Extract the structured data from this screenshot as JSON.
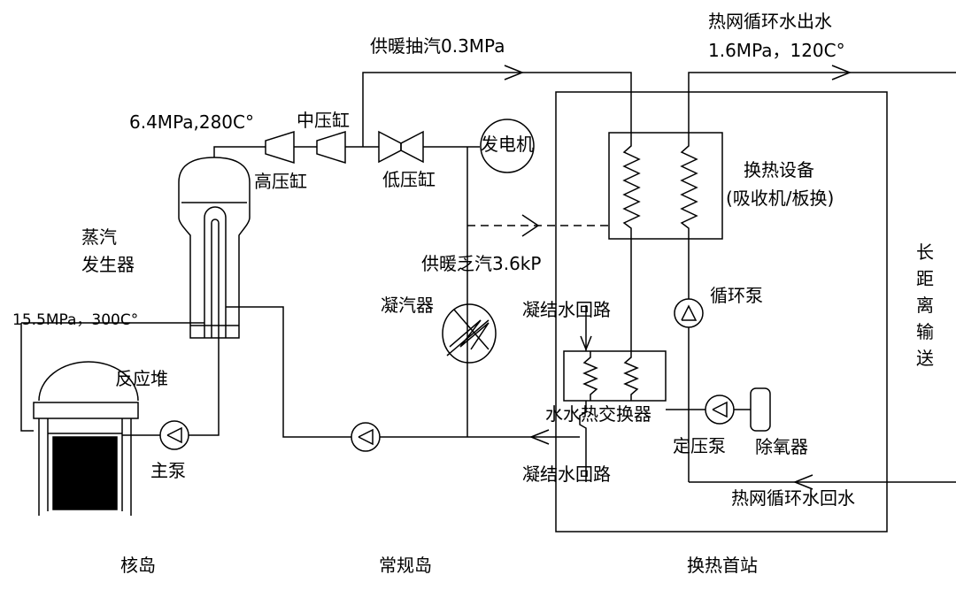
{
  "labels": {
    "heating_extraction": "供暖抽汽0.3MPa",
    "network_supply_line1": "热网循环水出水",
    "network_supply_line2": "1.6MPa，120C°",
    "main_steam": "6.4MPa,280C°",
    "intermediate_cylinder": "中压缸",
    "high_pressure_cylinder": "高压缸",
    "low_pressure_cylinder": "低压缸",
    "generator": "发电机",
    "heat_exchange_equipment": "换热设备",
    "heat_exchange_equipment_sub": "(吸收机/板换)",
    "steam_generator_line1": "蒸汽",
    "steam_generator_line2": "发生器",
    "exhaust_steam": "供暖乏汽3.6kP",
    "condenser": "凝汽器",
    "condensate_loop_top": "凝结水回路",
    "circulation_pump": "循环泵",
    "long_distance": "长距离输送",
    "primary_loop_pressure": "15.5MPa，300C°",
    "reactor": "反应堆",
    "water_water_hx": "水水热交换器",
    "constant_pressure_pump": "定压泵",
    "deaerator": "除氧器",
    "main_pump": "主泵",
    "condensate_loop_bottom": "凝结水回路",
    "network_return": "热网循环水回水",
    "nuclear_island": "核岛",
    "conventional_island": "常规岛",
    "heat_exchange_station": "换热首站"
  }
}
